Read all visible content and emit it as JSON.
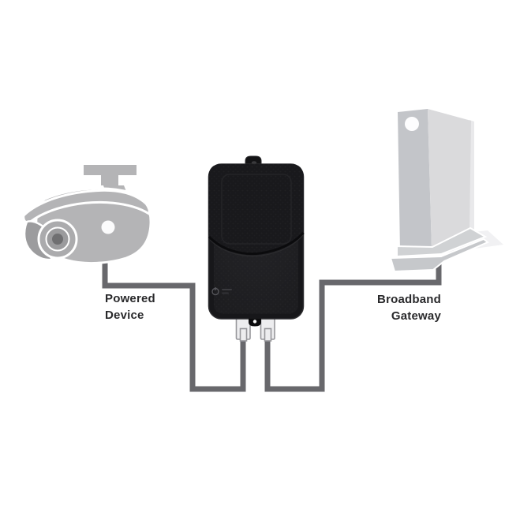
{
  "diagram": {
    "type": "connection-diagram",
    "description": "PoE injector connecting a powered device (security camera) to a broadband gateway",
    "nodes": [
      {
        "id": "camera",
        "icon": "security-camera-icon",
        "label": {
          "line1": "Powered",
          "line2": "Device"
        }
      },
      {
        "id": "injector",
        "icon": "poe-injector-icon",
        "markings": {
          "icon": "power-symbol-icon",
          "ports": 2
        }
      },
      {
        "id": "gateway",
        "icon": "broadband-gateway-icon",
        "label": {
          "line1": "Broadband",
          "line2": "Gateway"
        }
      }
    ],
    "connections": [
      {
        "from": "camera",
        "to": "injector",
        "via": "ethernet-cable",
        "plug": "rj45-plug-icon"
      },
      {
        "from": "gateway",
        "to": "injector",
        "via": "ethernet-cable",
        "plug": "rj45-plug-icon"
      }
    ],
    "colors": {
      "background": "#ffffff",
      "silhouette_gray": "#b4b4b6",
      "silhouette_dark": "#9c9c9e",
      "gateway_front": "#dadadc",
      "gateway_side": "#c3c5c9",
      "gateway_base": "#cdd0d2",
      "cable_gray": "#68686c",
      "device_black": "#17171a",
      "connector_white": "#ededef",
      "label_text": "#29292b"
    }
  }
}
